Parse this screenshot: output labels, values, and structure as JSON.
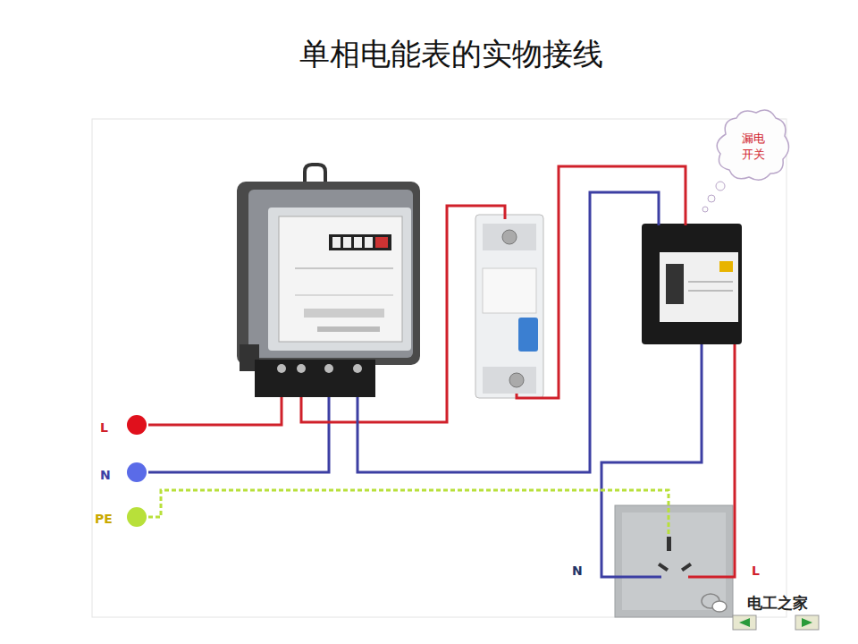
{
  "diagram": {
    "title": "单相电能表的实物接线",
    "nodes": [
      {
        "text": [
          "漏电 开关"
        ]
      }
    ],
    "labels": [
      "L",
      "N",
      "PE",
      "N",
      "L",
      "电工之家"
    ]
  }
}
